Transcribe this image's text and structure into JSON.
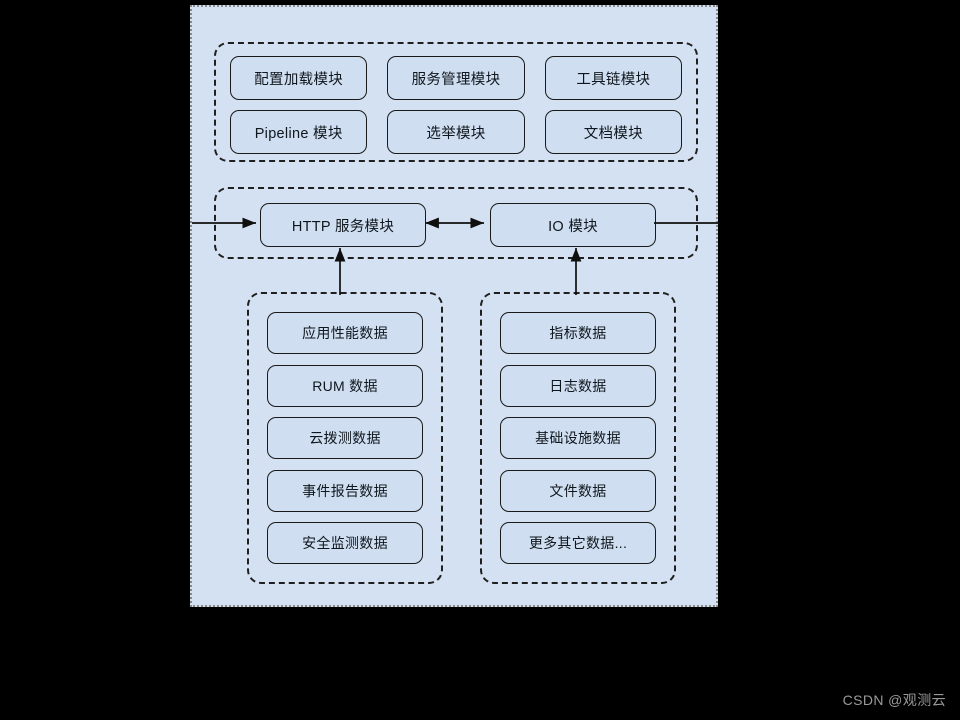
{
  "canvas": {
    "background_color": "#d4e1f2",
    "page_background_color": "#000000",
    "border_color": "#8a8a8a"
  },
  "groups": {
    "core_modules": {
      "name": "core-modules-group",
      "items": [
        {
          "label": "配置加载模块"
        },
        {
          "label": "服务管理模块"
        },
        {
          "label": "工具链模块"
        },
        {
          "label": "Pipeline 模块"
        },
        {
          "label": "选举模块"
        },
        {
          "label": "文档模块"
        }
      ]
    },
    "transport": {
      "name": "transport-group",
      "http_module": {
        "label": "HTTP 服务模块"
      },
      "io_module": {
        "label": "IO 模块"
      }
    },
    "data_left": {
      "name": "left-data-sources-group",
      "items": [
        {
          "label": "应用性能数据"
        },
        {
          "label": "RUM 数据"
        },
        {
          "label": "云拨测数据"
        },
        {
          "label": "事件报告数据"
        },
        {
          "label": "安全监测数据"
        }
      ]
    },
    "data_right": {
      "name": "right-data-sources-group",
      "items": [
        {
          "label": "指标数据"
        },
        {
          "label": "日志数据"
        },
        {
          "label": "基础设施数据"
        },
        {
          "label": "文件数据"
        },
        {
          "label": "更多其它数据..."
        }
      ]
    }
  },
  "connectors": [
    {
      "name": "external-inbound-to-http",
      "direction": "right",
      "from": "outside-left",
      "to": "http-service-module"
    },
    {
      "name": "http-io-bidirectional",
      "direction": "both",
      "from": "http-service-module",
      "to": "io-module"
    },
    {
      "name": "io-to-external-outbound",
      "direction": "right",
      "from": "io-module",
      "to": "outside-right"
    },
    {
      "name": "left-data-to-http",
      "direction": "up",
      "from": "left-data-sources-group",
      "to": "http-service-module"
    },
    {
      "name": "right-data-to-io",
      "direction": "up",
      "from": "right-data-sources-group",
      "to": "io-module"
    }
  ],
  "watermark": {
    "text": "CSDN @观测云"
  }
}
